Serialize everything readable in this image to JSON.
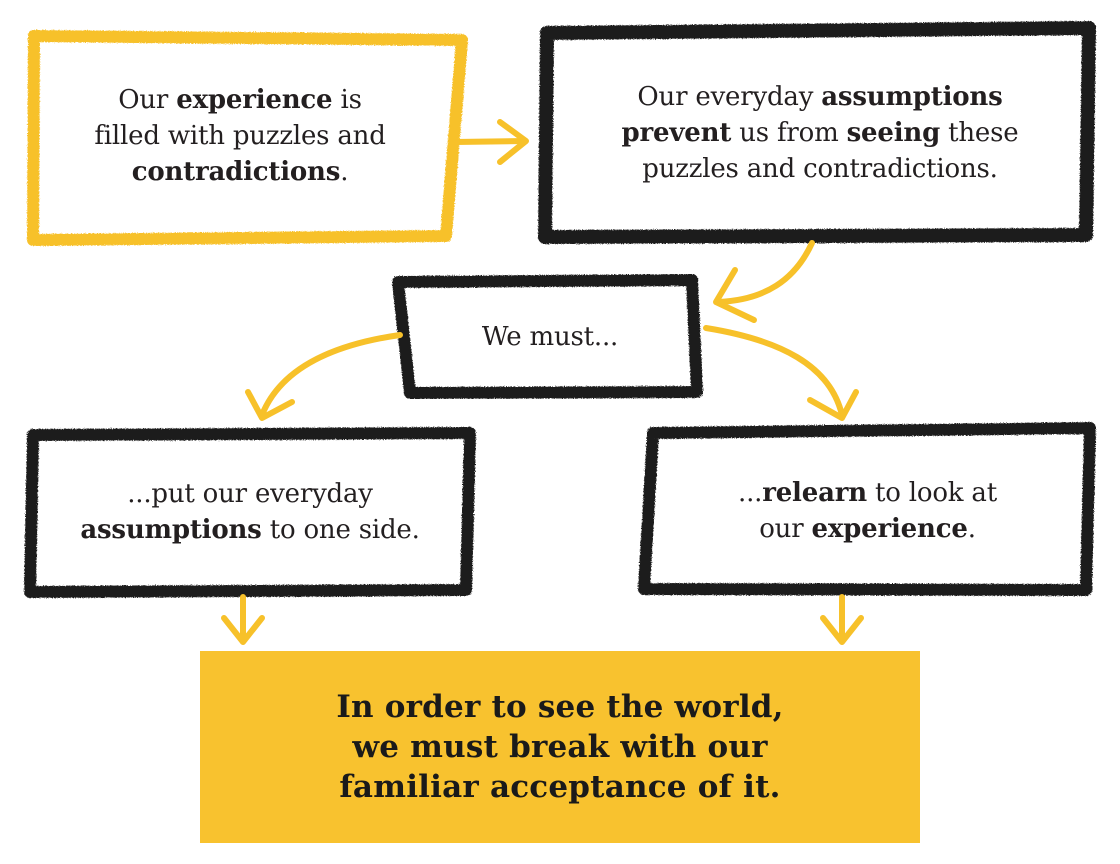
{
  "colors": {
    "accent_yellow": "#f7c12a",
    "frame_black": "#1e1e1e",
    "text_dark": "#231f20",
    "conclusion_fill": "#f8c22f"
  },
  "boxes": {
    "experience": {
      "line1": {
        "a": "Our ",
        "b": "experience",
        "c": " is"
      },
      "line2": {
        "a": "filled with puzzles and"
      },
      "line3": {
        "b": "contradictions",
        "c": "."
      }
    },
    "assumptions": {
      "line1": {
        "a": "Our everyday ",
        "b": "assumptions"
      },
      "line2": {
        "b1": "prevent",
        "a": " us from ",
        "b2": "seeing",
        "c": " these"
      },
      "line3": {
        "a": "puzzles and contradictions."
      }
    },
    "we_must": {
      "text": "We must..."
    },
    "put_aside": {
      "line1": {
        "a": "...put our everyday"
      },
      "line2": {
        "b": "assumptions",
        "c": " to one side."
      }
    },
    "relearn": {
      "line1": {
        "a": "...",
        "b": "relearn",
        "c": " to look at"
      },
      "line2": {
        "a": "our ",
        "b": "experience",
        "c": "."
      }
    }
  },
  "conclusion": {
    "line1": "In order to see the world,",
    "line2": "we must break with our",
    "line3": "familiar acceptance of it."
  }
}
